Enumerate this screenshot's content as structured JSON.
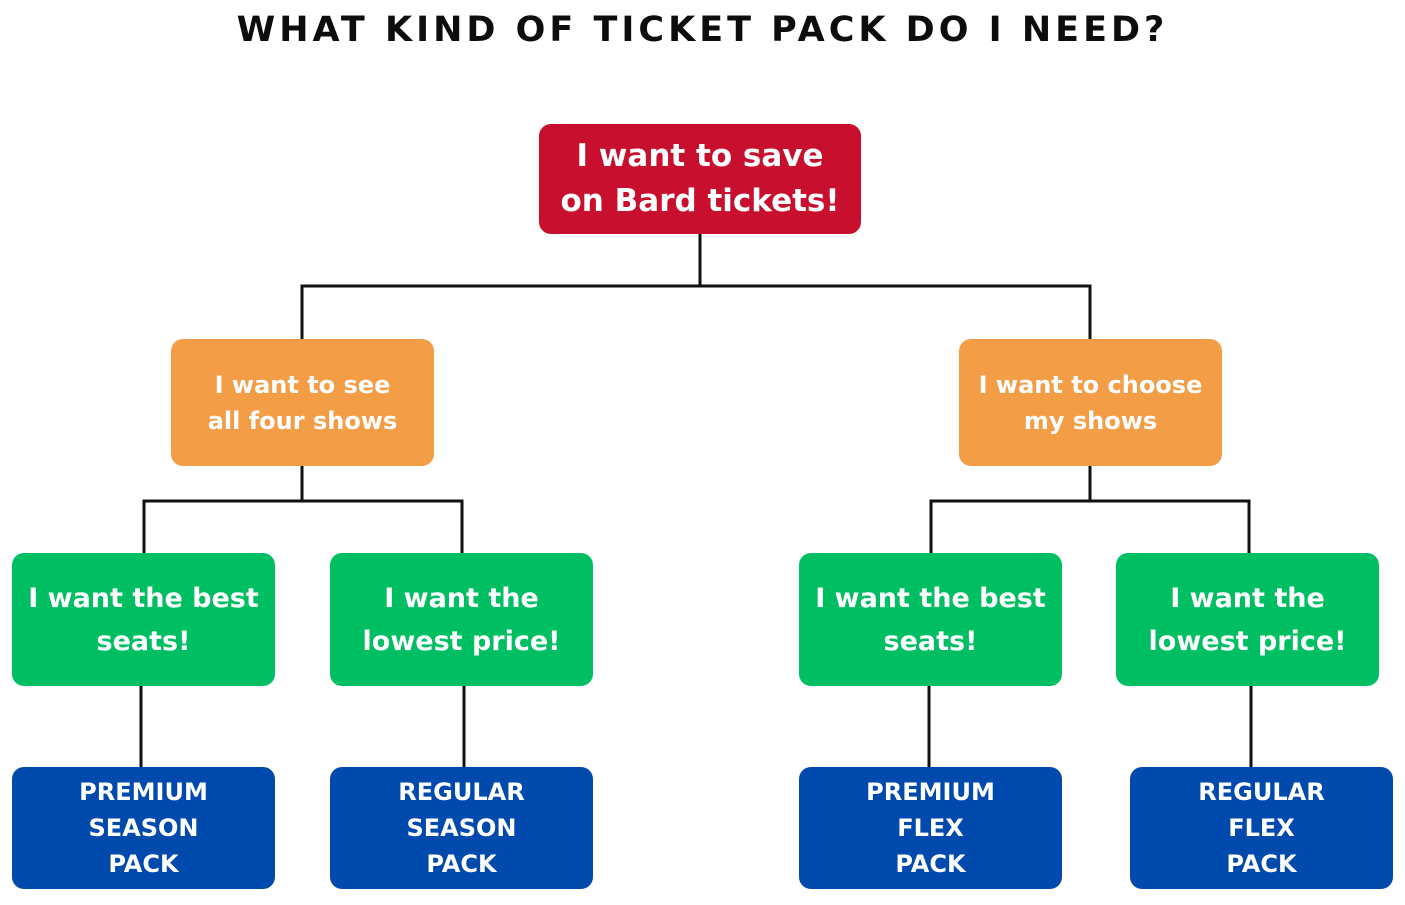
{
  "title": "WHAT KIND OF TICKET PACK DO I NEED?",
  "colors": {
    "root": "#c8102e",
    "level1": "#f39e47",
    "level2": "#00bf63",
    "level3": "#004aad",
    "connector": "#111111"
  },
  "root": {
    "line1": "I want to save",
    "line2": "on Bard tickets!"
  },
  "branches": {
    "left": {
      "line1": "I want to see",
      "line2": "all four shows",
      "options": [
        {
          "choice": {
            "line1": "I want the best",
            "line2": "seats!"
          },
          "pack": {
            "line1": "PREMIUM",
            "line2": "SEASON",
            "line3": "PACK"
          }
        },
        {
          "choice": {
            "line1": "I want the",
            "line2": "lowest price!"
          },
          "pack": {
            "line1": "REGULAR",
            "line2": "SEASON",
            "line3": "PACK"
          }
        }
      ]
    },
    "right": {
      "line1": "I want to choose",
      "line2": "my shows",
      "options": [
        {
          "choice": {
            "line1": "I want the best",
            "line2": "seats!"
          },
          "pack": {
            "line1": "PREMIUM",
            "line2": "FLEX",
            "line3": "PACK"
          }
        },
        {
          "choice": {
            "line1": "I want the",
            "line2": "lowest price!"
          },
          "pack": {
            "line1": "REGULAR",
            "line2": "FLEX",
            "line3": "PACK"
          }
        }
      ]
    }
  }
}
